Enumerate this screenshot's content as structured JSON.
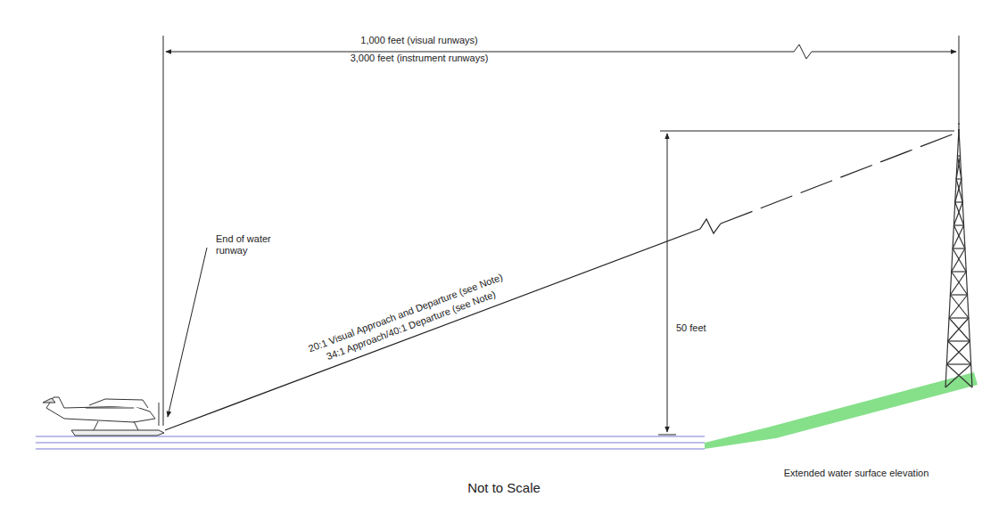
{
  "diagram": {
    "caption": "Not to Scale",
    "labels": [
      "1,000 feet (visual runways)",
      "3,000 feet (instrument runways)",
      "End of water runway",
      "20:1 Visual Approach and Departure (see Note)",
      "34:1 Approach/40:1 Departure (see Note)",
      "50 feet",
      "Extended water surface elevation"
    ]
  }
}
